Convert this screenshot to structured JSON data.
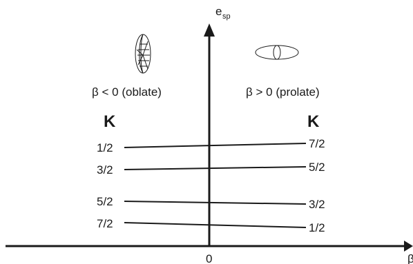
{
  "axes": {
    "vertical_label": "e",
    "vertical_subscript": "sp",
    "horizontal_origin": "0",
    "horizontal_label": "β"
  },
  "regions": {
    "left": "β < 0 (oblate)",
    "right": "β > 0 (prolate)"
  },
  "k_label_left": "K",
  "k_label_right": "K",
  "left_levels": [
    "1/2",
    "3/2",
    "5/2",
    "7/2"
  ],
  "right_levels": [
    "7/2",
    "5/2",
    "3/2",
    "1/2"
  ],
  "icons": {
    "left_shape": "oblate-ellipsoid-icon",
    "right_shape": "prolate-ellipsoid-icon"
  }
}
